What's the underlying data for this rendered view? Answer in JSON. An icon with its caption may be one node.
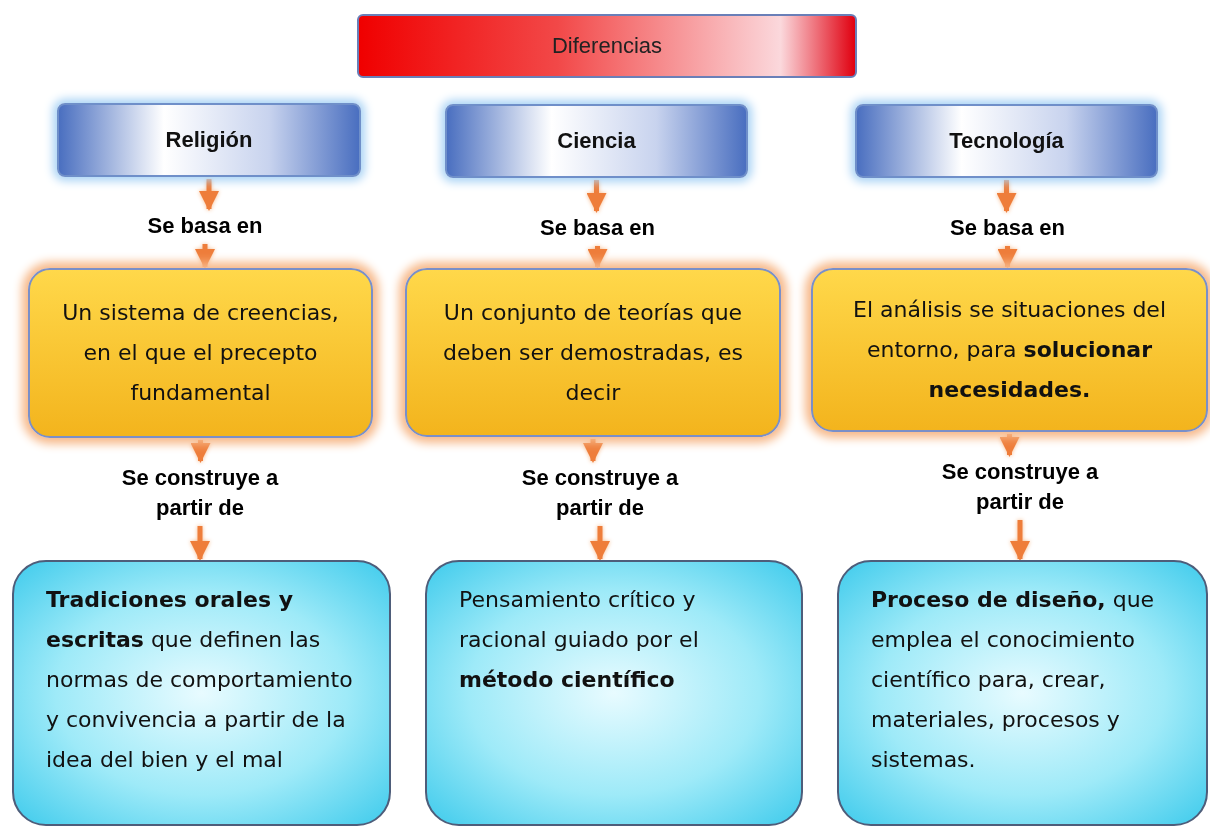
{
  "diagram": {
    "nodes": [
      {
        "text": [
          "Diferencias"
        ]
      },
      {
        "text": [
          "Religión"
        ]
      },
      {
        "text": [
          "Ciencia"
        ]
      },
      {
        "text": [
          "Tecnología"
        ]
      },
      {
        "text": [
          "Se basa en"
        ]
      },
      {
        "text": [
          "Se basa en"
        ]
      },
      {
        "text": [
          "Se basa en"
        ]
      },
      {
        "text": [
          "Un sistema de creencias, en el que el precepto fundamental"
        ]
      },
      {
        "text": [
          "Un conjunto de teorías que deben ser demostradas, es decir"
        ]
      },
      {
        "text": [
          "El análisis se situaciones del entorno, para **solucionar necesidades.**"
        ]
      },
      {
        "text": [
          "Se construye a partir de"
        ]
      },
      {
        "text": [
          "Se construye a partir de"
        ]
      },
      {
        "text": [
          "Se construye a partir de"
        ]
      },
      {
        "text": [
          "**Tradiciones orales y escritas** que definen las normas de comportamiento y convivencia a partir de la idea del bien y el mal"
        ]
      },
      {
        "text": [
          "Pensamiento crítico y racional guiado por el **método científico**"
        ]
      },
      {
        "text": [
          "**Proceso de diseño,** que emplea el conocimiento científico para, crear, materiales, procesos y sistemas."
        ]
      }
    ],
    "edges": [
      {
        "from": 1,
        "to": 4,
        "arrow": "to"
      },
      {
        "from": 4,
        "to": 7,
        "arrow": "to"
      },
      {
        "from": 7,
        "to": 10,
        "arrow": "to"
      },
      {
        "from": 10,
        "to": 13,
        "arrow": "to"
      },
      {
        "from": 2,
        "to": 5,
        "arrow": "to"
      },
      {
        "from": 5,
        "to": 8,
        "arrow": "to"
      },
      {
        "from": 8,
        "to": 11,
        "arrow": "to"
      },
      {
        "from": 11,
        "to": 14,
        "arrow": "to"
      },
      {
        "from": 3,
        "to": 6,
        "arrow": "to"
      },
      {
        "from": 6,
        "to": 9,
        "arrow": "to"
      },
      {
        "from": 9,
        "to": 12,
        "arrow": "to"
      },
      {
        "from": 12,
        "to": 15,
        "arrow": "to"
      }
    ]
  }
}
